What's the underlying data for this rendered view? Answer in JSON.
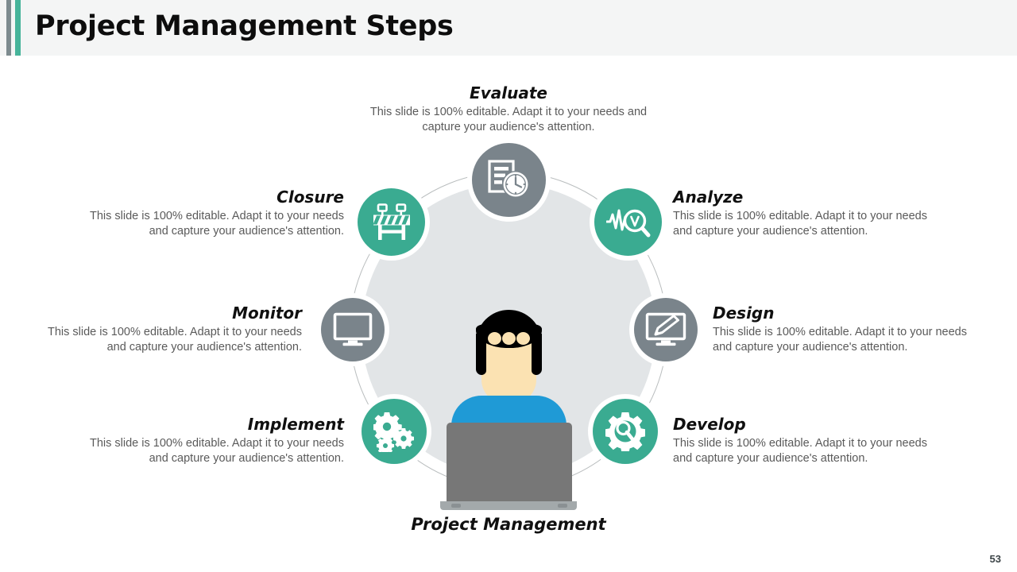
{
  "header": {
    "title": "Project Management Steps",
    "accent_gray": "#7d8b8f",
    "accent_teal": "#46b49a"
  },
  "diagram": {
    "center_label": "Project Management",
    "body_text": "This slide is 100% editable. Adapt it to your needs and capture your audience's attention.",
    "teal_color": "#3aab91",
    "gray_color": "#7a848b",
    "ring_fill": "#e2e5e7",
    "steps": [
      {
        "id": "evaluate",
        "title": "Evaluate",
        "body": "This slide is 100% editable. Adapt it to your needs and capture your audience's attention.",
        "icon": "document-clock-icon",
        "color": "#7a848b",
        "align": "center"
      },
      {
        "id": "analyze",
        "title": "Analyze",
        "body": "This slide is 100% editable. Adapt it to your needs and capture your audience's attention.",
        "icon": "waveform-magnifier-icon",
        "color": "#3aab91",
        "align": "left"
      },
      {
        "id": "design",
        "title": "Design",
        "body": "This slide is 100% editable. Adapt it to your needs and capture your audience's attention.",
        "icon": "monitor-pen-icon",
        "color": "#7a848b",
        "align": "left"
      },
      {
        "id": "develop",
        "title": "Develop",
        "body": "This slide is 100% editable. Adapt it to your needs and capture your audience's attention.",
        "icon": "gear-wrench-icon",
        "color": "#3aab91",
        "align": "left"
      },
      {
        "id": "implement",
        "title": "Implement",
        "body": "This slide is 100% editable. Adapt it to your needs and capture your audience's attention.",
        "icon": "gears-icon",
        "color": "#3aab91",
        "align": "right"
      },
      {
        "id": "monitor",
        "title": "Monitor",
        "body": "This slide is 100% editable. Adapt it to your needs and capture your audience's attention.",
        "icon": "monitor-icon",
        "color": "#7a848b",
        "align": "right"
      },
      {
        "id": "closure",
        "title": "Closure",
        "body": "This slide is 100% editable. Adapt it to your needs and capture your audience's attention.",
        "icon": "road-barrier-icon",
        "color": "#3aab91",
        "align": "right"
      }
    ]
  },
  "footer": {
    "page_number": "53"
  }
}
